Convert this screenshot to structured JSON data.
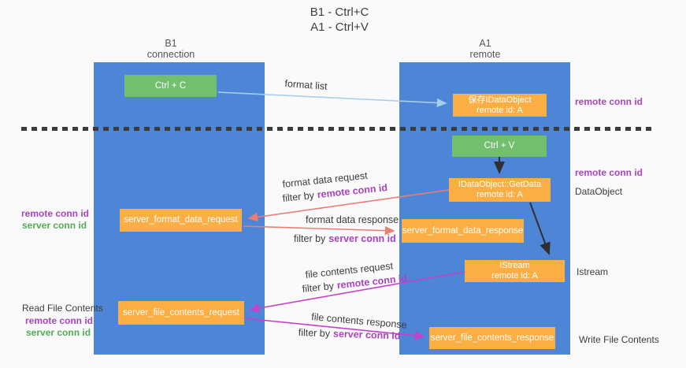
{
  "title": {
    "line1": "B1 - Ctrl+C",
    "line2": "A1 - Ctrl+V"
  },
  "columns": {
    "left": {
      "name": "B1",
      "role": "connection"
    },
    "right": {
      "name": "A1",
      "role": "remote"
    }
  },
  "nodes": {
    "ctrl_c": {
      "label": "Ctrl + C"
    },
    "save_dataobject": {
      "line1": "保存IDataObject",
      "line2": "remote id: A"
    },
    "ctrl_v": {
      "label": "Ctrl + V"
    },
    "getdata": {
      "line1": "IDataObject::GetData",
      "line2": "remote id: A"
    },
    "format_request": {
      "label": "server_format_data_request"
    },
    "format_response": {
      "label": "server_format_data_response"
    },
    "istream": {
      "line1": "IStream",
      "line2": "remote id: A"
    },
    "file_request": {
      "label": "server_file_contents_request"
    },
    "file_response": {
      "label": "server_file_contents_response"
    }
  },
  "edge_labels": {
    "format_list": "format list",
    "format_data_request": "format data request",
    "format_data_response": "format data response",
    "file_contents_request": "file contents request",
    "file_contents_response": "file contents response",
    "filter_prefix": "filter by",
    "remote_conn_id": "remote conn id",
    "server_conn_id": "server conn id"
  },
  "side_labels": {
    "remote_conn_id_top_right": "remote conn id",
    "remote_conn_id_mid_right": "remote conn id",
    "dataobject": "DataObject",
    "istream": "Istream",
    "write_file_contents": "Write File Contents",
    "remote_conn_id_mid_left": "remote conn id",
    "server_conn_id_mid_left": "server conn id",
    "read_file_contents": "Read File Contents",
    "remote_conn_id_bottom_left": "remote conn id",
    "server_conn_id_bottom_left": "server conn id"
  },
  "colors": {
    "column_blue": "#4d86d6",
    "node_green": "#71bf6f",
    "node_orange": "#fbae43",
    "arrow_light_blue": "#a6cfef",
    "arrow_black": "#2f2f2f",
    "arrow_salmon": "#ec7d73",
    "arrow_magenta": "#c83fc8",
    "text_purple": "#a844bc",
    "text_green": "#53ab56",
    "separator_dark": "#3b3b3b",
    "background": "#fafafa"
  }
}
